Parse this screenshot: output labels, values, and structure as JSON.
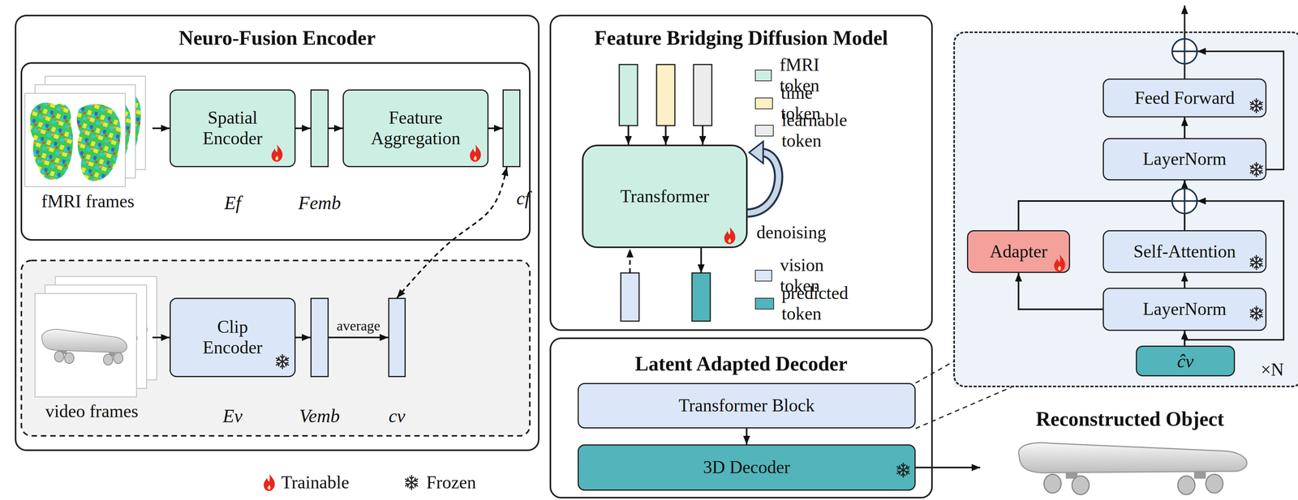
{
  "diagram": {
    "nodes": [
      {
        "text": [
          "Neuro-Fusion Encoder"
        ]
      },
      {
        "text": [
          "fMRI frames"
        ],
        "in": 0
      },
      {
        "text": [
          "Spatial Encoder",
          "Ef"
        ],
        "in": 0
      },
      {
        "text": [
          "Femb"
        ],
        "in": 0
      },
      {
        "text": [
          "Feature Aggregation"
        ],
        "in": 0
      },
      {
        "text": [
          "cf"
        ],
        "in": 0
      },
      {
        "text": [
          "video frames"
        ],
        "in": 0
      },
      {
        "text": [
          "Clip Encoder",
          "Ev"
        ],
        "in": 0
      },
      {
        "text": [
          "Vemb"
        ],
        "in": 0
      },
      {
        "text": [
          "cv"
        ],
        "in": 0
      },
      {
        "text": [
          "Feature Bridging Diffusion Model"
        ]
      },
      {
        "text": [
          "Transformer"
        ],
        "in": 10
      },
      {
        "text": [
          "Latent Adapted Decoder"
        ]
      },
      {
        "text": [
          "Transformer Block"
        ],
        "in": 12
      },
      {
        "text": [
          "3D Decoder"
        ],
        "in": 12
      },
      {
        "text": [
          "×N"
        ]
      },
      {
        "text": [
          "Feed Forward"
        ],
        "in": 15
      },
      {
        "text": [
          "LayerNorm"
        ],
        "in": 15
      },
      {
        "text": [
          "Adapter"
        ],
        "in": 15
      },
      {
        "text": [
          "Self-Attention"
        ],
        "in": 15
      },
      {
        "text": [
          "LayerNorm"
        ],
        "in": 15
      },
      {
        "text": [
          "ĉv"
        ],
        "in": 15
      },
      {
        "text": [
          "Reconstructed Object"
        ]
      }
    ],
    "edges": [
      {
        "from": 1,
        "to": 2,
        "arrow": "to"
      },
      {
        "from": 2,
        "to": 3,
        "arrow": "to"
      },
      {
        "from": 3,
        "to": 4,
        "arrow": "to"
      },
      {
        "from": 4,
        "to": 5,
        "arrow": "to"
      },
      {
        "from": 6,
        "to": 7,
        "arrow": "to"
      },
      {
        "from": 7,
        "to": 8,
        "arrow": "to"
      },
      {
        "from": 8,
        "to": 9,
        "label": "average",
        "arrow": "to"
      },
      {
        "from": 5,
        "to": 9,
        "arrow": "both"
      },
      {
        "from": 13,
        "to": 14,
        "arrow": "to"
      },
      {
        "from": 14,
        "to": 22,
        "arrow": "to"
      },
      {
        "from": 21,
        "to": 20,
        "arrow": "to"
      },
      {
        "from": 20,
        "to": 19,
        "arrow": "to"
      },
      {
        "from": 20,
        "to": 18,
        "arrow": "to"
      },
      {
        "from": 19,
        "to": 17,
        "arrow": "to"
      },
      {
        "from": 18,
        "to": 17,
        "arrow": "to"
      },
      {
        "from": 17,
        "to": 16,
        "arrow": "to"
      }
    ],
    "labels": [
      "denoising"
    ],
    "legend": [
      {
        "text": "fMRI token",
        "color": "#cdeee3"
      },
      {
        "text": "time token",
        "color": "#fdf0c6"
      },
      {
        "text": "learnable token",
        "color": "#ececec"
      },
      {
        "text": "vision token",
        "color": "#dbe7f8"
      },
      {
        "text": "predicted token",
        "color": "#52b5bb"
      },
      {
        "text": "Trainable"
      },
      {
        "text": "Frozen"
      }
    ]
  }
}
